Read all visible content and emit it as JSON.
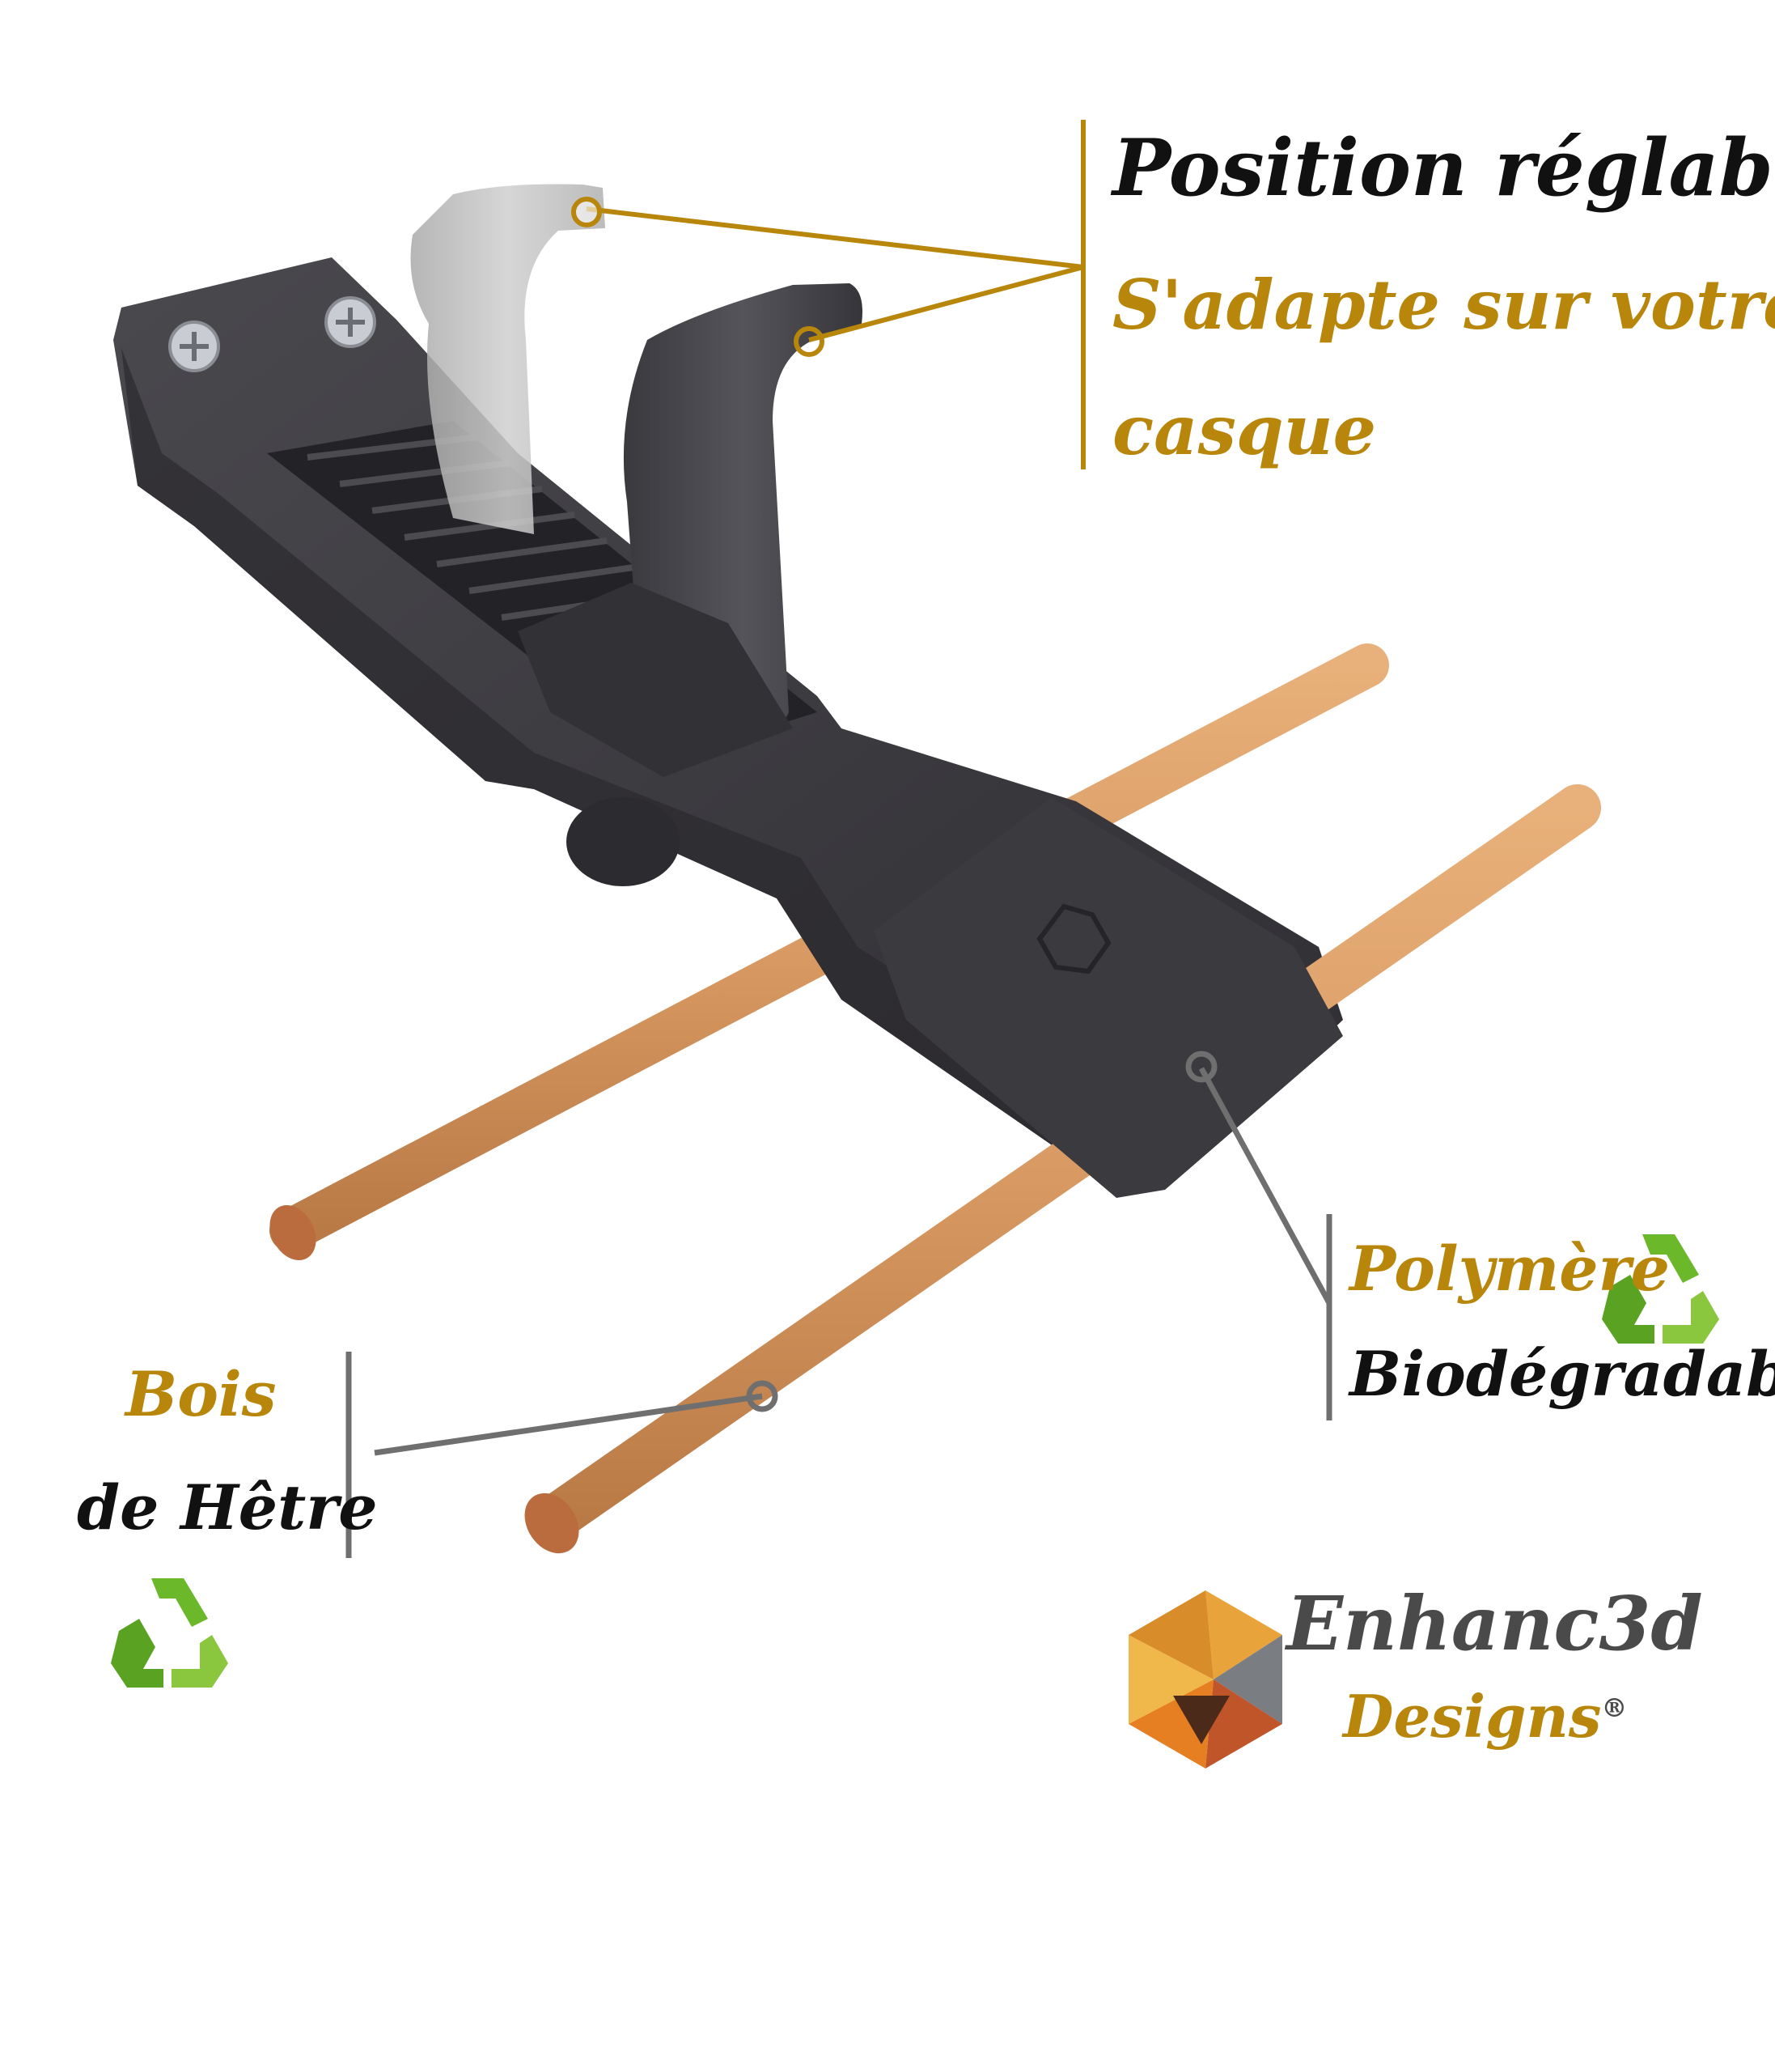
{
  "colors": {
    "accent_gold": "#b8860b",
    "text_dark": "#111111",
    "leader_gray": "#6f6f6f",
    "polymer": "#3d3c40",
    "polymer_ghost": "#bdbdbd",
    "wood": "#d99a63",
    "wood_end": "#bb6c3f",
    "recycle_green": "#6cb82b"
  },
  "callouts": {
    "position": {
      "title": "Position réglable",
      "line1": "S'adapte sur votre",
      "line2": "casque"
    },
    "polymer": {
      "line1": "Polymère",
      "line2": "Biodégradable",
      "icon": "recycle-icon"
    },
    "wood": {
      "line1": "Bois",
      "line2": "de Hêtre",
      "icon": "recycle-icon"
    }
  },
  "brand": {
    "name": "Enhanc3d",
    "sub": "Designs",
    "mark": "®",
    "logo": "hexagon-logo-icon"
  }
}
